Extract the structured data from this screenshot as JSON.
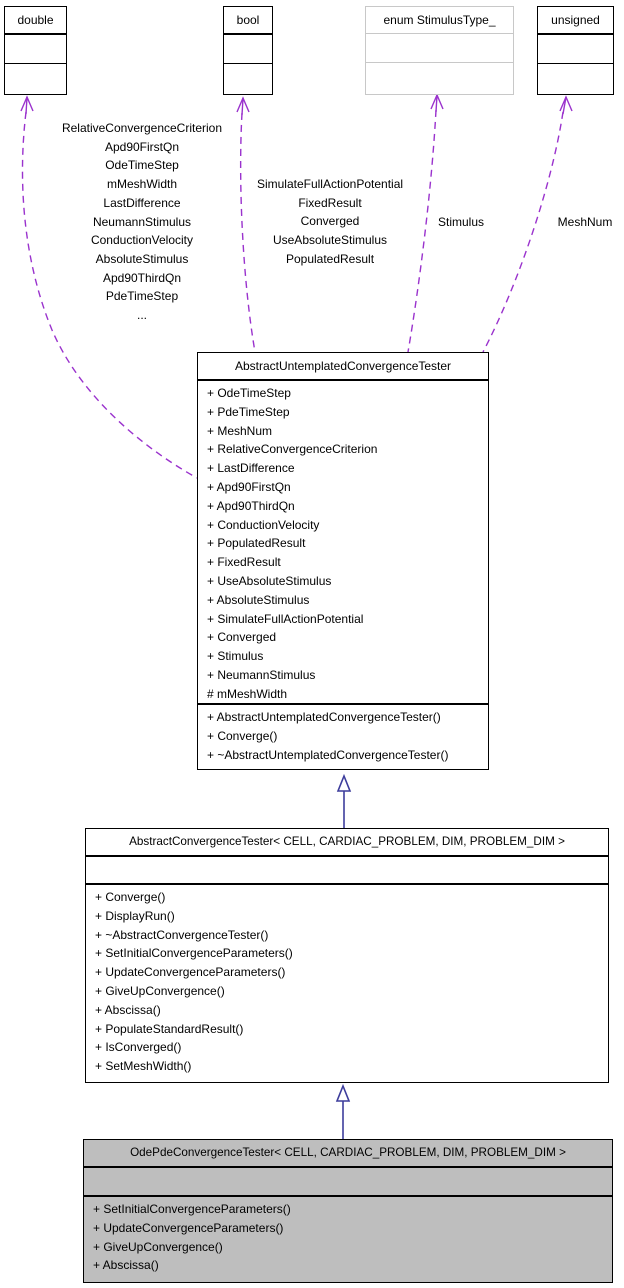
{
  "diagram": {
    "type": "uml-class-collaboration-diagram",
    "colors": {
      "dependency_arrow": "#9a32cd",
      "inheritance_arrow": "#3d3d9c",
      "highlighted_class_fill": "#bebebe",
      "undocumented_border": "#c8c8c8",
      "class_border": "#000000",
      "background": "#ffffff"
    },
    "top_classes": [
      {
        "name": "double"
      },
      {
        "name": "bool"
      },
      {
        "name": "enum StimulusType_"
      },
      {
        "name": "unsigned"
      }
    ],
    "edge_labels": {
      "double_members": [
        "RelativeConvergenceCriterion",
        "Apd90FirstQn",
        "OdeTimeStep",
        "mMeshWidth",
        "LastDifference",
        "NeumannStimulus",
        "ConductionVelocity",
        "AbsoluteStimulus",
        "Apd90ThirdQn",
        "PdeTimeStep",
        "..."
      ],
      "bool_members": [
        "SimulateFullActionPotential",
        "FixedResult",
        "Converged",
        "UseAbsoluteStimulus",
        "PopulatedResult"
      ],
      "stimulus_member": "Stimulus",
      "unsigned_member": "MeshNum"
    },
    "main_class": {
      "name": "AbstractUntemplatedConvergenceTester",
      "attributes": [
        "+ OdeTimeStep",
        "+ PdeTimeStep",
        "+ MeshNum",
        "+ RelativeConvergenceCriterion",
        "+ LastDifference",
        "+ Apd90FirstQn",
        "+ Apd90ThirdQn",
        "+ ConductionVelocity",
        "+ PopulatedResult",
        "+ FixedResult",
        "+ UseAbsoluteStimulus",
        "+ AbsoluteStimulus",
        "+ SimulateFullActionPotential",
        "+ Converged",
        "+ Stimulus",
        "+ NeumannStimulus",
        "# mMeshWidth"
      ],
      "methods": [
        "+ AbstractUntemplatedConvergenceTester()",
        "+ Converge()",
        "+ ~AbstractUntemplatedConvergenceTester()"
      ]
    },
    "derived_class": {
      "name": "AbstractConvergenceTester< CELL, CARDIAC_PROBLEM, DIM, PROBLEM_DIM >",
      "methods": [
        "+ Converge()",
        "+ DisplayRun()",
        "+ ~AbstractConvergenceTester()",
        "+ SetInitialConvergenceParameters()",
        "+ UpdateConvergenceParameters()",
        "+ GiveUpConvergence()",
        "+ Abscissa()",
        "+ PopulateStandardResult()",
        "+ IsConverged()",
        "+ SetMeshWidth()"
      ]
    },
    "leaf_class": {
      "name": "OdePdeConvergenceTester< CELL, CARDIAC_PROBLEM, DIM, PROBLEM_DIM >",
      "methods": [
        "+ SetInitialConvergenceParameters()",
        "+ UpdateConvergenceParameters()",
        "+ GiveUpConvergence()",
        "+ Abscissa()"
      ]
    }
  }
}
